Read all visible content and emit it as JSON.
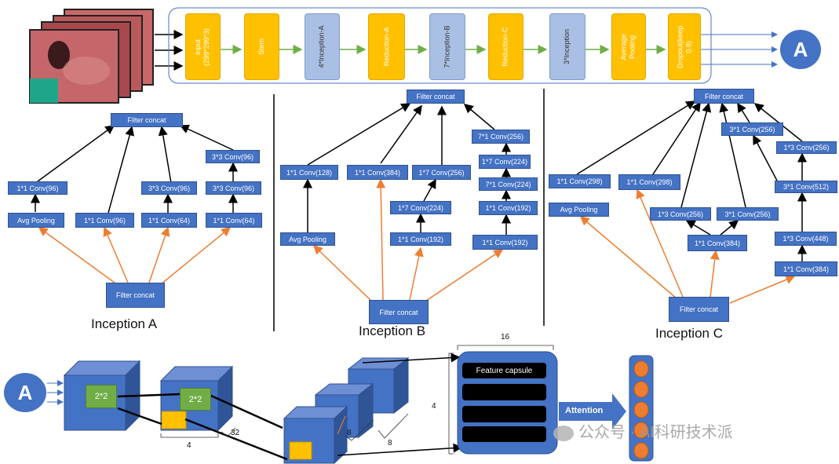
{
  "pipeline": {
    "stages": [
      {
        "label": "Input\n(299*299*3)",
        "style": "o"
      },
      {
        "label": "Stem",
        "style": "o"
      },
      {
        "label": "4*Inception-A",
        "style": "b"
      },
      {
        "label": "Reduction-A",
        "style": "o"
      },
      {
        "label": "7*Inception-B",
        "style": "b"
      },
      {
        "label": "Reduction-C",
        "style": "o"
      },
      {
        "label": "3*Inception",
        "style": "b"
      },
      {
        "label": "Average\nPooling",
        "style": "o"
      },
      {
        "label": "Dropout(keep\n0.8)",
        "style": "o"
      }
    ],
    "output_node": "A"
  },
  "inception_a": {
    "title": "Inception A",
    "concat_top": "Filter concat",
    "concat_bottom": "Filter concat",
    "boxes": [
      "1*1 Conv(96)",
      "Avg Pooling",
      "1*1 Conv(96)",
      "3*3 Conv(96)",
      "1*1 Conv(64)",
      "3*3 Conv(96)",
      "3*3 Conv(96)",
      "1*1 Conv(64)"
    ]
  },
  "inception_b": {
    "title": "Inception B",
    "concat_top": "Filter concat",
    "concat_bottom": "Filter concat",
    "boxes": [
      "1*1 Conv(128)",
      "Avg Pooling",
      "1*1 Conv(384)",
      "1*7 Conv(256)",
      "1*7 Conv(224)",
      "1*1 Conv(192)",
      "7*1 Conv(256)",
      "1*7 Conv(224)",
      "7*1 Conv(224)",
      "1*1 Conv(192)",
      "1*1 Conv(192)"
    ]
  },
  "inception_c": {
    "title": "Inception C",
    "concat_top": "Filter concat",
    "concat_bottom": "Filter concat",
    "boxes": [
      "1*1 Conv(298)",
      "Avg Pooling",
      "1*1 Conv(298)",
      "1*3 Conv(256)",
      "3*1 Conv(256)",
      "1*1 Conv(384)",
      "3*1 Conv(256)",
      "1*3 Conv(256)",
      "3*1 Conv(512)",
      "1*3 Conv(448)",
      "1*1 Conv(384)"
    ]
  },
  "capsule": {
    "input_node": "A",
    "kernel1": "2*2",
    "kernel2": "2*2",
    "dim_4_left": "4",
    "dim_32": "32",
    "dim_8a": "8",
    "dim_8b": "8",
    "dim_16": "16",
    "dim_4_caps": "4",
    "feature_capsule": "Feature capsule",
    "attention": "Attention",
    "output_count": 5
  },
  "watermark": "公众号 · AI科研技术派",
  "colors": {
    "blue": "#4472c4",
    "orange_arrow": "#ed7d31",
    "green_arrow": "#70ad47",
    "yellow": "#ffc000",
    "green_box": "#70ad47"
  }
}
